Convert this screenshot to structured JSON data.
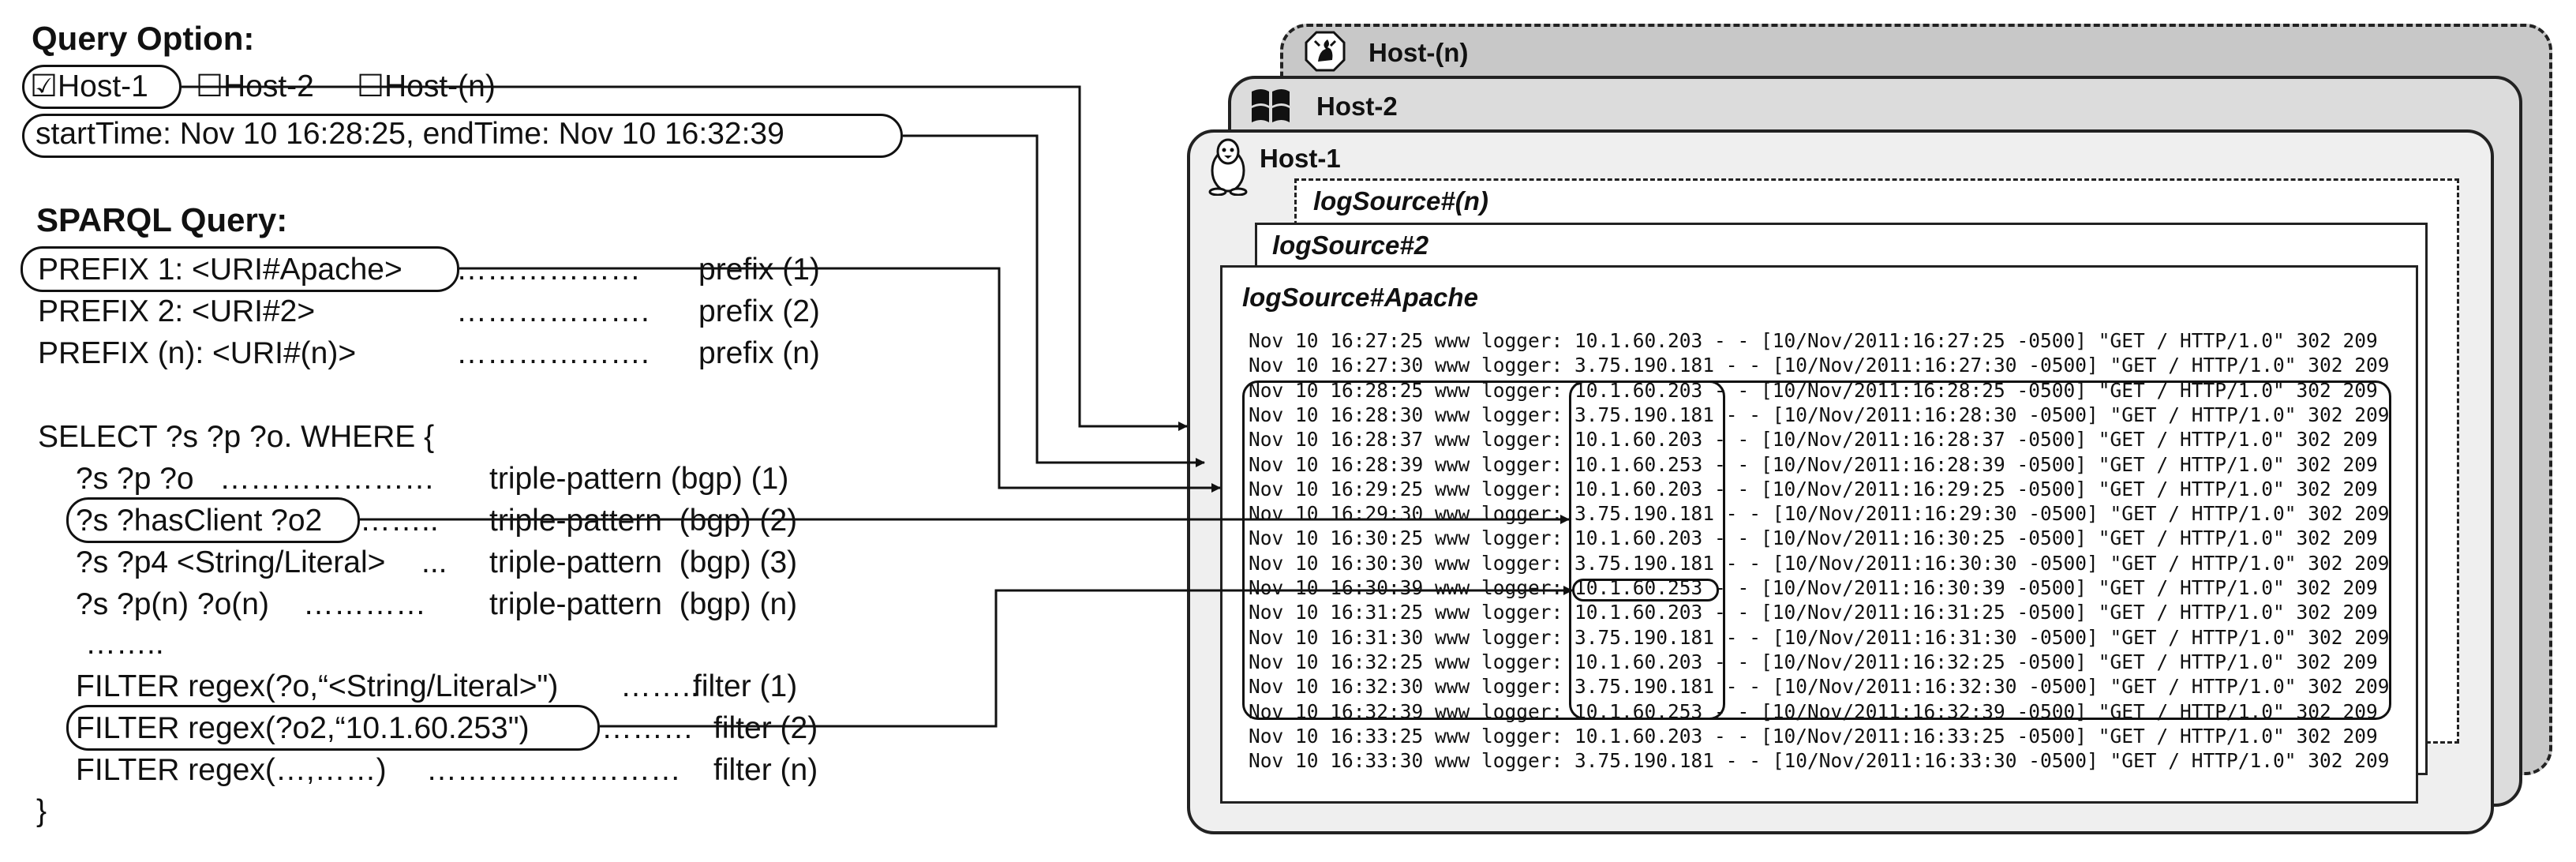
{
  "query_option": {
    "heading": "Query Option:",
    "host_checks": [
      {
        "box": "☑",
        "label": "Host-1"
      },
      {
        "box": "☐",
        "label": "Host-2"
      },
      {
        "box": "☐",
        "label": "Host-(n)"
      }
    ],
    "time_range": "startTime: Nov 10 16:28:25, endTime: Nov 10 16:32:39"
  },
  "sparql": {
    "heading": "SPARQL Query:",
    "prefixes": [
      {
        "text": "PREFIX 1: <URI#Apache>",
        "dots": "………………",
        "label": "prefix (1)"
      },
      {
        "text": "PREFIX 2: <URI#2>",
        "dots": "……………….",
        "label": "prefix (2)"
      },
      {
        "text": "PREFIX (n): <URI#(n)>",
        "dots": "……………….",
        "label": "prefix (n)"
      }
    ],
    "select": "SELECT ?s ?p ?o. WHERE {",
    "patterns": [
      {
        "text": "?s ?p ?o",
        "dots": "…………………",
        "label": "triple-pattern (bgp) (1)"
      },
      {
        "text": "?s ?hasClient ?o2",
        "dots": "……..",
        "label": "triple-pattern  (bgp) (2)"
      },
      {
        "text": "?s ?p4 <String/Literal>",
        "dots": "...",
        "label": "triple-pattern  (bgp) (3)"
      },
      {
        "text": "?s ?p(n) ?o(n)",
        "dots": "…………",
        "label": "triple-pattern  (bgp) (n)"
      }
    ],
    "ellipsis": "……..",
    "filters": [
      {
        "text": "FILTER regex(?o,“<String/Literal>\")",
        "dots": "……..",
        "label": "filter (1)"
      },
      {
        "text": "FILTER regex(?o2,“10.1.60.253\")",
        "dots": "………",
        "label": "filter (2)"
      },
      {
        "text": "FILTER regex(…,……)",
        "dots": "……….……………",
        "label": "filter (n)"
      }
    ],
    "close": "}"
  },
  "hosts": [
    {
      "name": "Host-(n)",
      "icon": "freebsd-daemon-icon"
    },
    {
      "name": "Host-2",
      "icon": "windows-icon"
    },
    {
      "name": "Host-1",
      "icon": "linux-tux-icon"
    }
  ],
  "log_sources": [
    "logSource#(n)",
    "logSource#2",
    "logSource#Apache"
  ],
  "log_lines": [
    {
      "prefix": "Nov 10 16:27:25 www logger: ",
      "ip": "10.1.60.203",
      "rest": " - - [10/Nov/2011:16:27:25 -0500] \"GET / HTTP/1.0\" 302 209"
    },
    {
      "prefix": "Nov 10 16:27:30 www logger: ",
      "ip": "3.75.190.181",
      "rest": " - - [10/Nov/2011:16:27:30 -0500] \"GET / HTTP/1.0\" 302 209"
    },
    {
      "prefix": "Nov 10 16:28:25 www logger: ",
      "ip": "10.1.60.203",
      "rest": " - - [10/Nov/2011:16:28:25 -0500] \"GET / HTTP/1.0\" 302 209"
    },
    {
      "prefix": "Nov 10 16:28:30 www logger: ",
      "ip": "3.75.190.181",
      "rest": " - - [10/Nov/2011:16:28:30 -0500] \"GET / HTTP/1.0\" 302 209"
    },
    {
      "prefix": "Nov 10 16:28:37 www logger: ",
      "ip": "10.1.60.203",
      "rest": " - - [10/Nov/2011:16:28:37 -0500] \"GET / HTTP/1.0\" 302 209"
    },
    {
      "prefix": "Nov 10 16:28:39 www logger: ",
      "ip": "10.1.60.253",
      "rest": " - - [10/Nov/2011:16:28:39 -0500] \"GET / HTTP/1.0\" 302 209"
    },
    {
      "prefix": "Nov 10 16:29:25 www logger: ",
      "ip": "10.1.60.203",
      "rest": " - - [10/Nov/2011:16:29:25 -0500] \"GET / HTTP/1.0\" 302 209"
    },
    {
      "prefix": "Nov 10 16:29:30 www logger: ",
      "ip": "3.75.190.181",
      "rest": " - - [10/Nov/2011:16:29:30 -0500] \"GET / HTTP/1.0\" 302 209"
    },
    {
      "prefix": "Nov 10 16:30:25 www logger: ",
      "ip": "10.1.60.203",
      "rest": " - - [10/Nov/2011:16:30:25 -0500] \"GET / HTTP/1.0\" 302 209"
    },
    {
      "prefix": "Nov 10 16:30:30 www logger: ",
      "ip": "3.75.190.181",
      "rest": " - - [10/Nov/2011:16:30:30 -0500] \"GET / HTTP/1.0\" 302 209"
    },
    {
      "prefix": "Nov 10 16:30:39 www logger: ",
      "ip": "10.1.60.253",
      "rest": " - - [10/Nov/2011:16:30:39 -0500] \"GET / HTTP/1.0\" 302 209"
    },
    {
      "prefix": "Nov 10 16:31:25 www logger: ",
      "ip": "10.1.60.203",
      "rest": " - - [10/Nov/2011:16:31:25 -0500] \"GET / HTTP/1.0\" 302 209"
    },
    {
      "prefix": "Nov 10 16:31:30 www logger: ",
      "ip": "3.75.190.181",
      "rest": " - - [10/Nov/2011:16:31:30 -0500] \"GET / HTTP/1.0\" 302 209"
    },
    {
      "prefix": "Nov 10 16:32:25 www logger: ",
      "ip": "10.1.60.203",
      "rest": " - - [10/Nov/2011:16:32:25 -0500] \"GET / HTTP/1.0\" 302 209"
    },
    {
      "prefix": "Nov 10 16:32:30 www logger: ",
      "ip": "3.75.190.181",
      "rest": " - - [10/Nov/2011:16:32:30 -0500] \"GET / HTTP/1.0\" 302 209"
    },
    {
      "prefix": "Nov 10 16:32:39 www logger: ",
      "ip": "10.1.60.253",
      "rest": " - - [10/Nov/2011:16:32:39 -0500] \"GET / HTTP/1.0\" 302 209"
    },
    {
      "prefix": "Nov 10 16:33:25 www logger: ",
      "ip": "10.1.60.203",
      "rest": " - - [10/Nov/2011:16:33:25 -0500] \"GET / HTTP/1.0\" 302 209"
    },
    {
      "prefix": "Nov 10 16:33:30 www logger: ",
      "ip": "3.75.190.181",
      "rest": " - - [10/Nov/2011:16:33:30 -0500] \"GET / HTTP/1.0\" 302 209"
    }
  ],
  "colors": {
    "ink": "#111111",
    "host_fill_back": "#c8c8c8",
    "host_fill_mid": "#dcdcdc",
    "host_fill_front": "#efefef"
  }
}
